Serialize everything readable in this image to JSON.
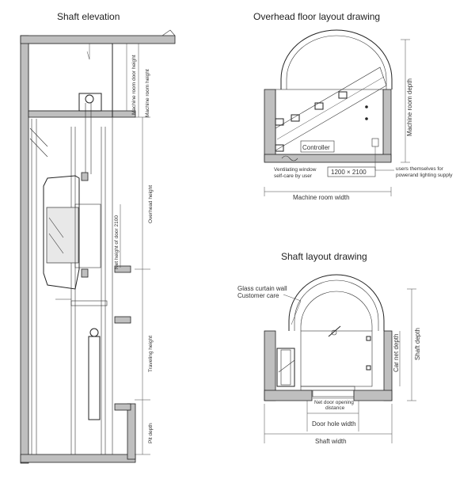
{
  "titles": {
    "shaft_elevation": "Shaft elevation",
    "overhead_floor": "Overhead floor layout drawing",
    "shaft_layout": "Shaft layout drawing"
  },
  "elevation_labels": {
    "machine_room_door_height": "Machine room door height",
    "machine_room_height": "Machine room height",
    "overhead_height": "Overhead height",
    "net_door_height": "Net height of door 2100",
    "traveling_height": "Traveling height",
    "pit_depth": "Pit depth"
  },
  "overhead_labels": {
    "controller": "Controller",
    "ventilating_window": "Ventilating window",
    "self_care": "self-care by user",
    "dimension": "1200 × 2100",
    "users_power_1": "users themselves for",
    "users_power_2": "powerand lighting supply",
    "machine_room_width": "Machine room width",
    "machine_room_depth": "Machine room depth"
  },
  "shaft_labels": {
    "glass_curtain_wall": "Glass curtain wall",
    "customer_care": "Customer care",
    "car_net_depth": "Car net depth",
    "shaft_depth": "Shaft depth",
    "net_door_opening": "Net door opening",
    "distance": "distance",
    "door_hole_width": "Door hole width",
    "shaft_width": "Shaft width"
  }
}
